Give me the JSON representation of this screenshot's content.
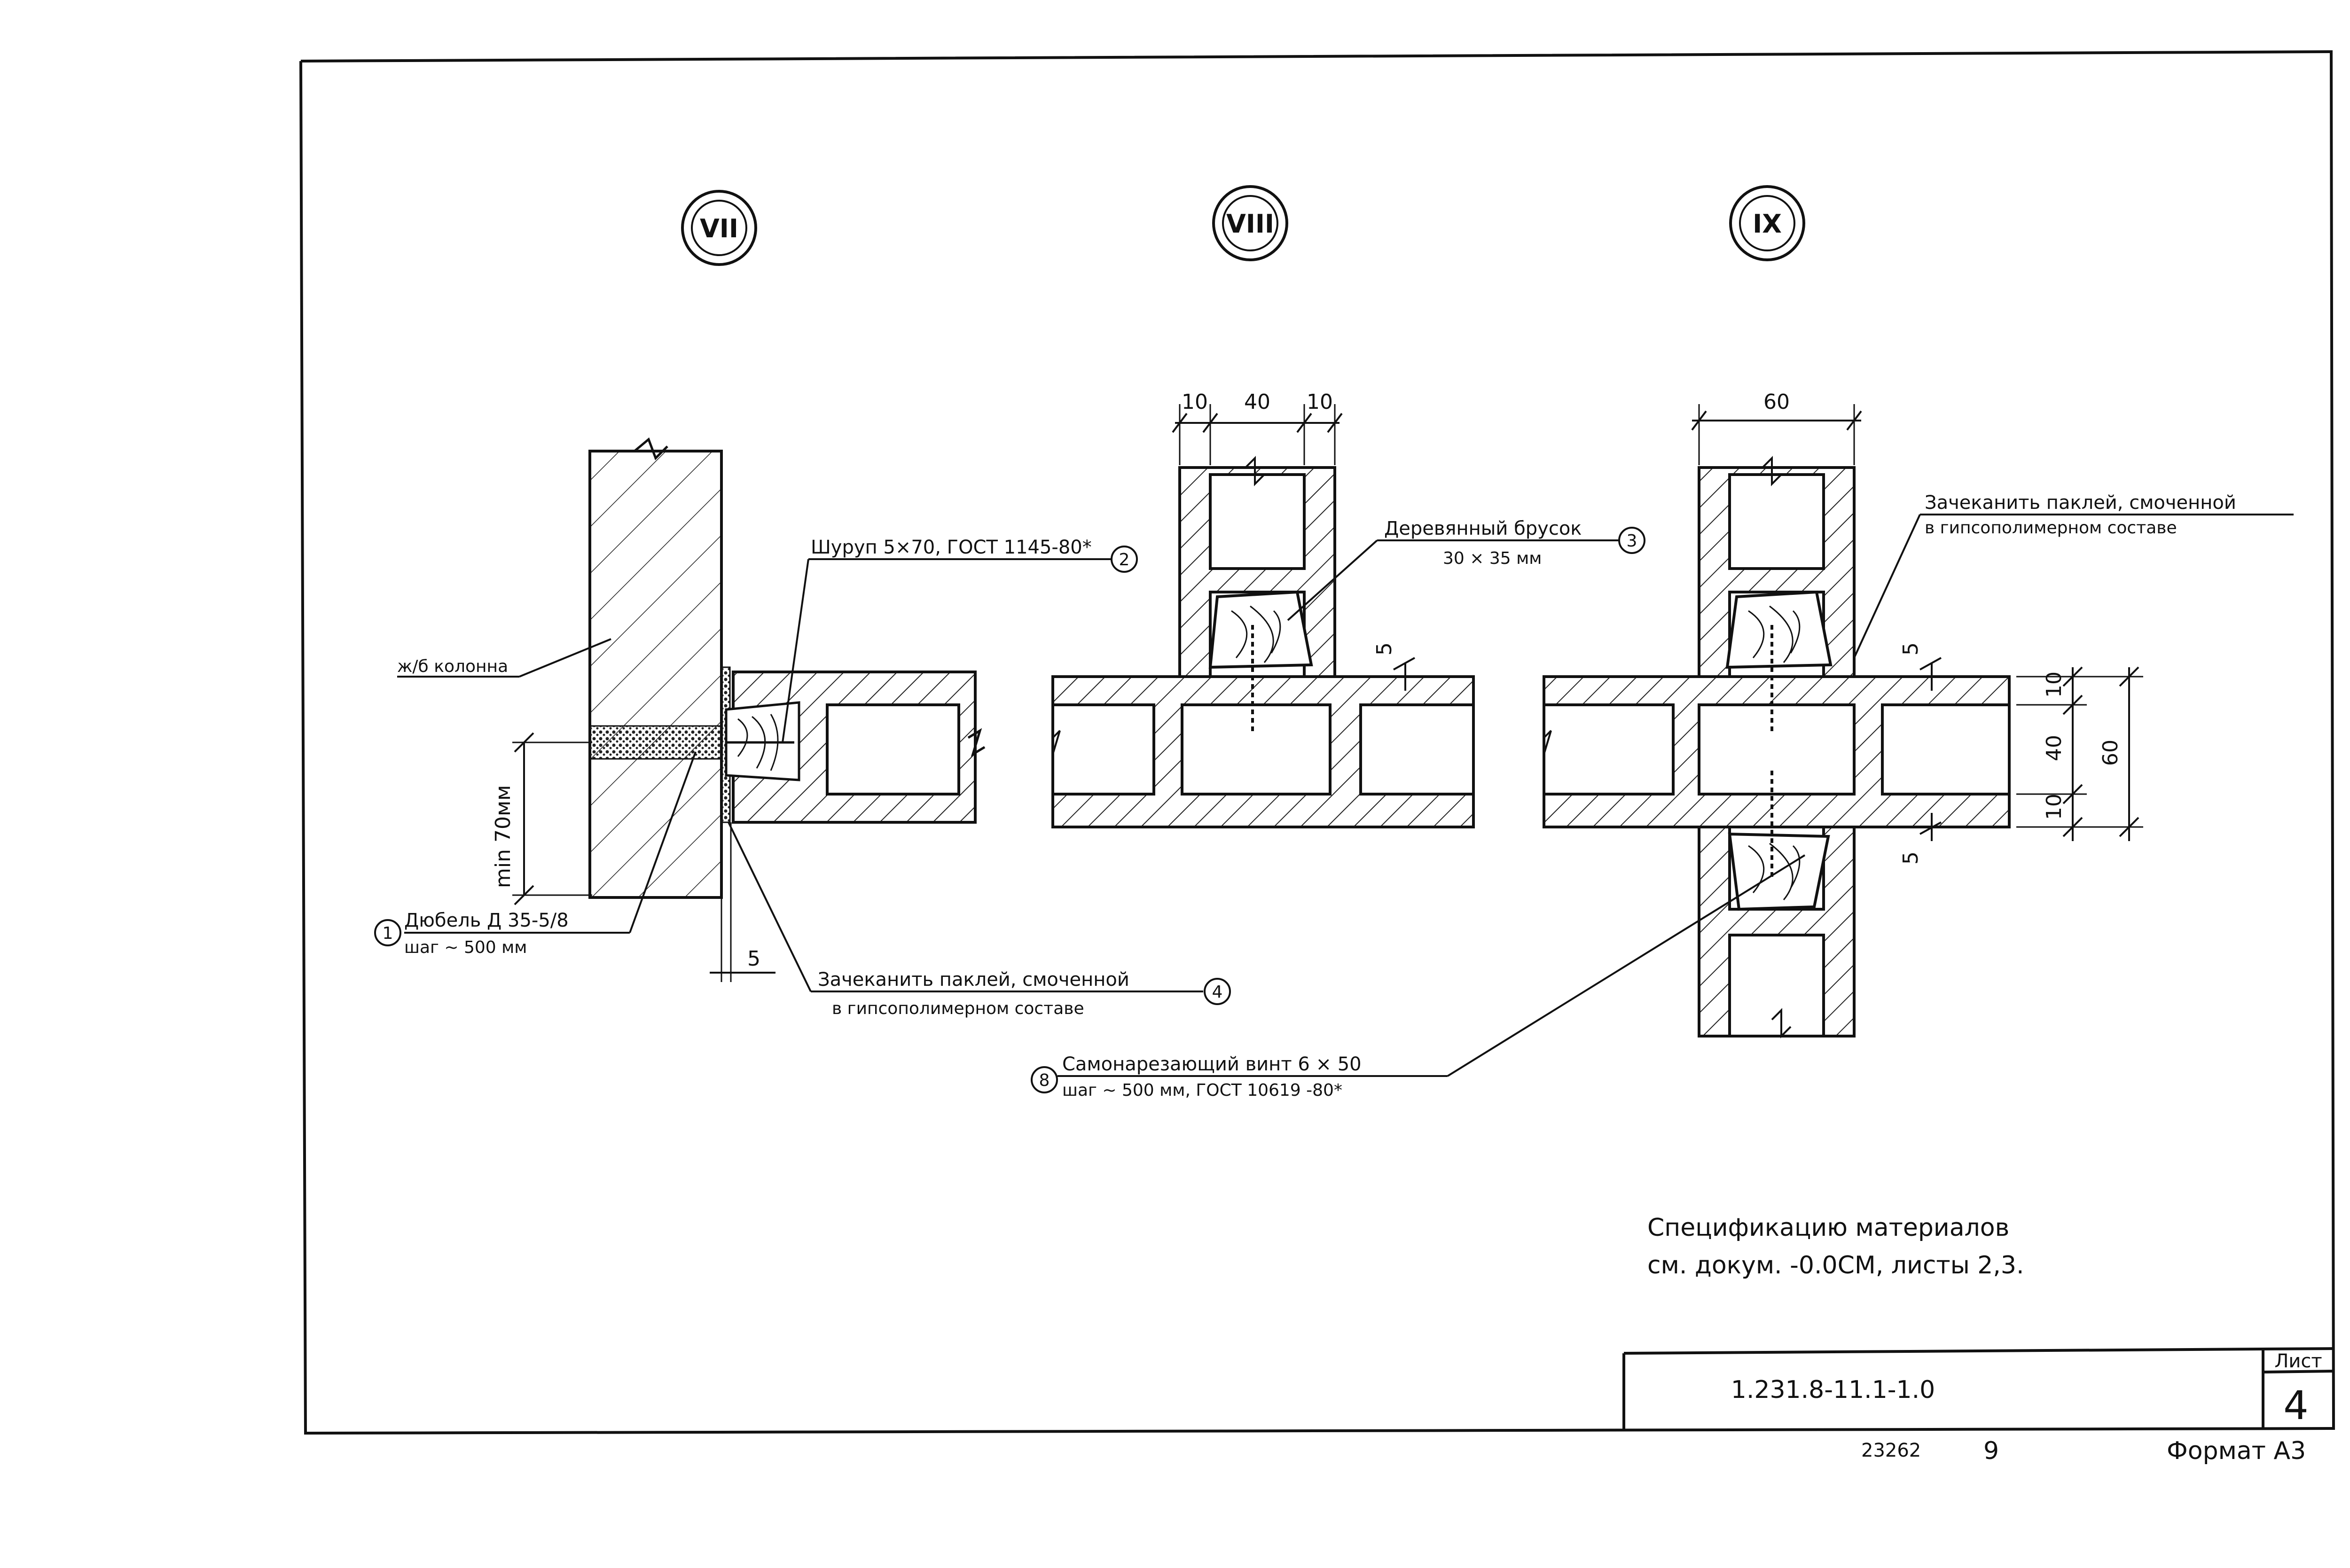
{
  "views": {
    "v7": "VII",
    "v8": "VIII",
    "v9": "IX"
  },
  "labels": {
    "column": "ж/б колонна",
    "screw": "Шуруп 5×70, ГОСТ 1145-80*",
    "screw_no": "2",
    "dowel_line1": "Дюбель Д 35-5/8",
    "dowel_line2": "шаг ~ 500 мм",
    "dowel_no": "1",
    "caulk7_line1": "Зачеканить паклей, смоченной",
    "caulk7_line2": "в гипсополимерном составе",
    "caulk7_no": "4",
    "bar_line1": "Деревянный брусок",
    "bar_line2": "30 × 35 мм",
    "bar_no": "3",
    "caulk9_line1": "Зачеканить паклей, смоченной",
    "caulk9_line2": "в гипсополимерном составе",
    "self_screw_line1": "Самонарезающий винт 6 × 50",
    "self_screw_line2": "шаг ~ 500 мм, ГОСТ 10619 -80*",
    "self_screw_no": "8"
  },
  "dims": {
    "min70": "min 70мм",
    "gap7": "5",
    "d8_10a": "10",
    "d8_40": "40",
    "d8_10b": "10",
    "gap8": "5",
    "d9_60top": "60",
    "gap9a": "5",
    "gap9b": "5",
    "d9_10a": "10",
    "d9_40": "40",
    "d9_10b": "10",
    "d9_60": "60"
  },
  "note": {
    "line1": "Спецификацию материалов",
    "line2": "см. докум. -0.0СМ, листы 2,3."
  },
  "title_block": {
    "code": "1.231.8-11.1-1.0",
    "sheet_label": "Лист",
    "sheet_no": "4"
  },
  "footer": {
    "inv": "23262",
    "page": "9",
    "format": "Формат А3"
  }
}
